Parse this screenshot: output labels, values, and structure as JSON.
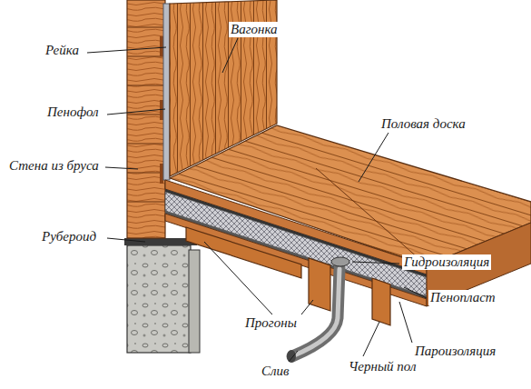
{
  "diagram": {
    "labels": [
      "Рейка",
      "Вагонка",
      "Пенофол",
      "Половая доска",
      "Стена из бруса",
      "Рубероид",
      "Гидроизоляция",
      "Пенопласт",
      "Прогоны",
      "Пароизоляция",
      "Слив",
      "Черный пол"
    ]
  }
}
